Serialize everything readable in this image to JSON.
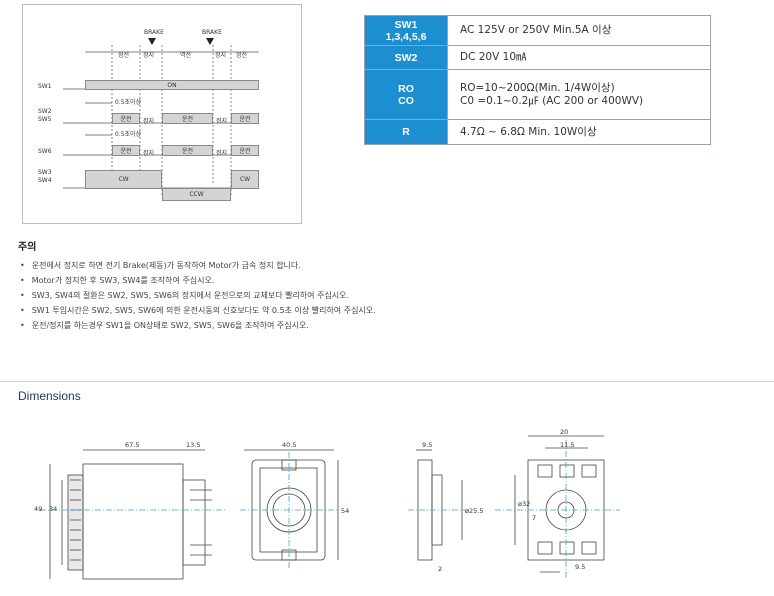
{
  "timing": {
    "brake_1": "BRAKE",
    "brake_2": "BRAKE",
    "phase_forward": "정전",
    "phase_stop_1": "정지",
    "phase_reverse": "역전",
    "phase_stop_2": "정지",
    "phase_forward_2": "정전",
    "sw1": "SW1",
    "sw2": "SW2",
    "sw5": "SW5",
    "sw6": "SW6",
    "sw3": "SW3",
    "sw4": "SW4",
    "on_label": "ON",
    "delay_1": "0.5초이상",
    "delay_2": "0.5초이상",
    "run": "운전",
    "stop": "정지",
    "cw": "CW",
    "ccw": "CCW"
  },
  "spec": {
    "rows": [
      {
        "key_1": "SW1",
        "key_2": "1,3,4,5,6",
        "value_1": "AC 125V or 250V Min.5A 이상",
        "value_2": ""
      },
      {
        "key_1": "SW2",
        "key_2": "",
        "value_1": "DC 20V 10㎃",
        "value_2": ""
      },
      {
        "key_1": "RO",
        "key_2": "CO",
        "value_1": "RO=10~200Ω(Min. 1/4W이상)",
        "value_2": "C0 =0.1~0.2㎌ (AC 200 or 400WV)"
      },
      {
        "key_1": "R",
        "key_2": "",
        "value_1": "4.7Ω ~ 6.8Ω Min. 10W이상",
        "value_2": ""
      }
    ]
  },
  "notes": {
    "title": "주의",
    "items": [
      "운전에서 정지로 하면 전기 Brake(제동)가 동작하여 Motor가 급속 정지 합니다.",
      "Motor가 정지한 후 SW3, SW4를 조작하여 주십시오.",
      "SW3, SW4의 절환은 SW2, SW5, SW6의 정지에서 운전으로의 교체보다 빨리하여 주십시오.",
      "SW1 투입시간은 SW2, SW5, SW6에 의한 운전시동의 신호보다도 약 0.5초 이상 빨리하여 주십시오.",
      "운전/정지를 하는경우 SW1을 ON상태로 SW2, SW5, SW6을 조작하여 주십시오."
    ]
  },
  "dimensions": {
    "title": "Dimensions",
    "side": {
      "d1": "67.5",
      "d2": "13.5",
      "h1": "49",
      "h2": "34"
    },
    "front": {
      "w": "40.5",
      "h": "54"
    },
    "socket_side": {
      "w": "9.5",
      "h": "ø25.5",
      "bottom": "2"
    },
    "socket_top": {
      "w1": "20",
      "w2": "11.5",
      "h": "ø32",
      "h2": "7",
      "bottom": "9.5"
    }
  }
}
